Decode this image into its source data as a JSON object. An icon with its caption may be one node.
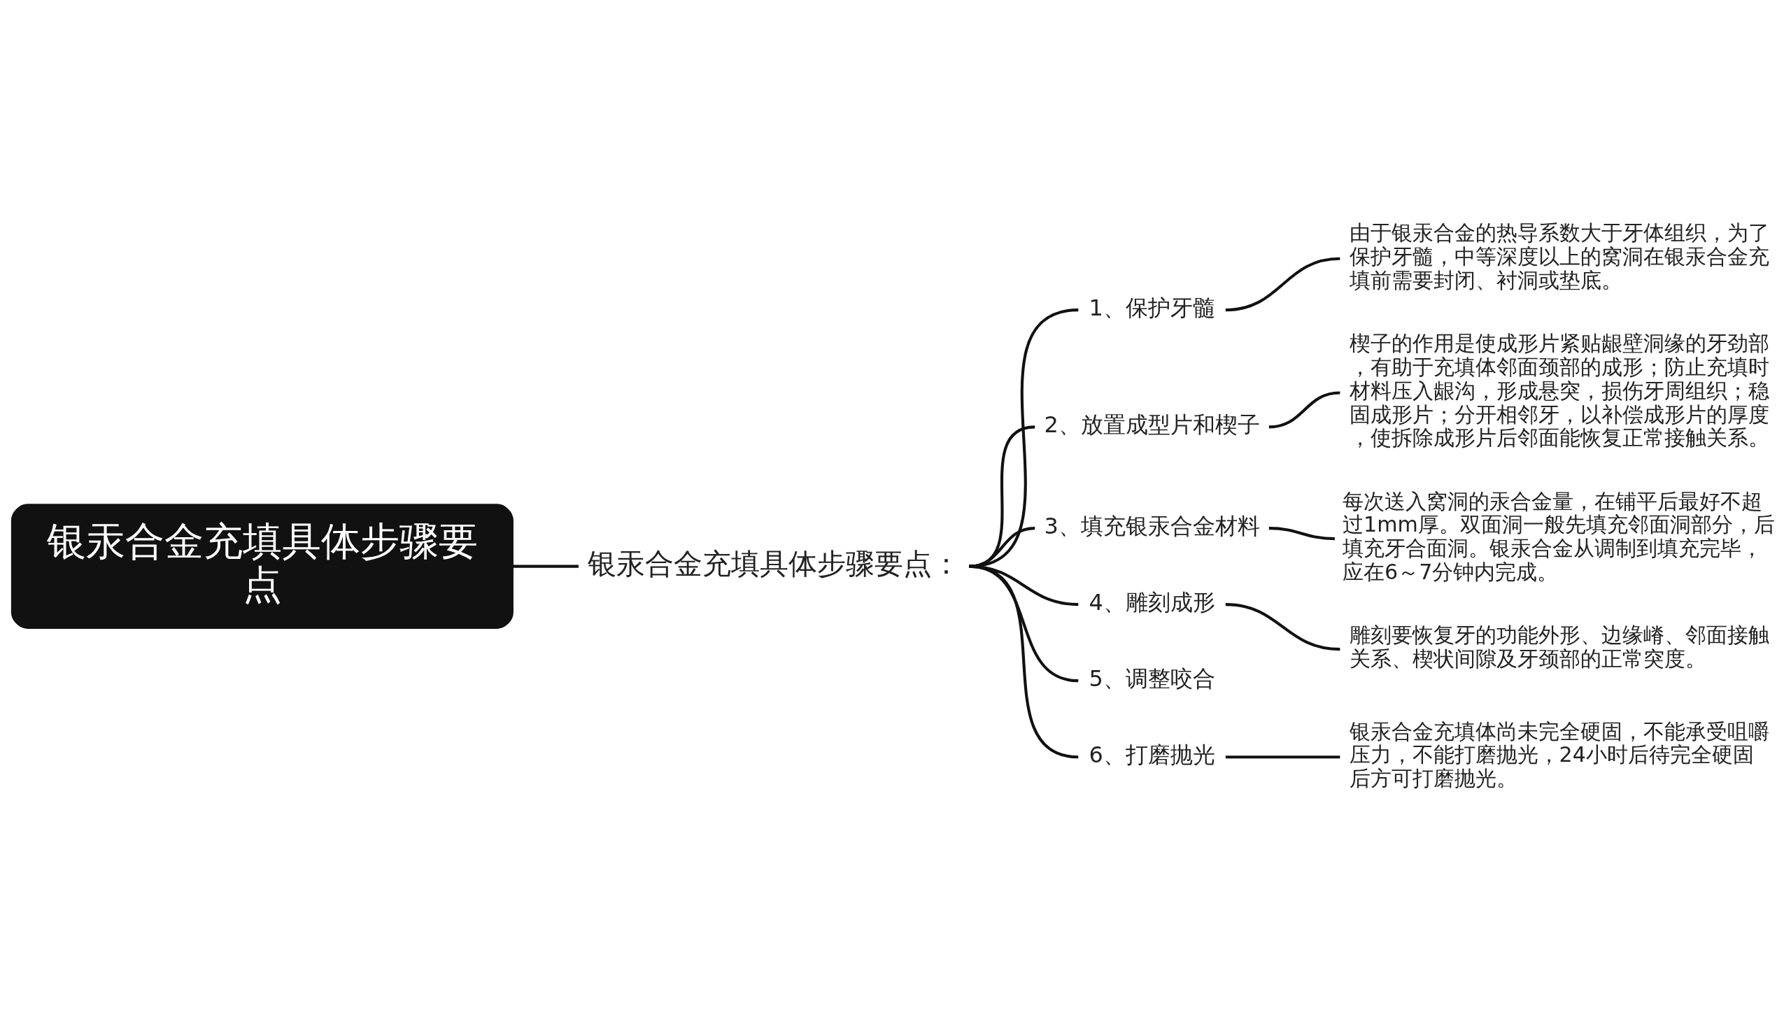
{
  "diagram": {
    "nodes": [
      {
        "text": [
          "银汞合金充填具体步骤要点"
        ]
      },
      {
        "text": [
          "银汞合金充填具体步骤要点："
        ]
      },
      {
        "text": [
          "1、保护牙髓"
        ]
      },
      {
        "text": [
          "由于银汞合金的热导系数大于牙体组织，为了保护牙髓，中等深度以上的窝洞在银汞合金充填前需要封闭、衬洞或垫底。"
        ]
      },
      {
        "text": [
          "2、放置成型片和楔子"
        ]
      },
      {
        "text": [
          "楔子的作用是使成形片紧贴龈壁洞缘的牙劲部，有助于充填体邻面颈部的成形；防止充填时材料压入龈沟，形成悬突，损伤牙周组织；稳固成形片；分开相邻牙，以补偿成形片的厚度，使拆除成形片后邻面能恢复正常接触关系。"
        ]
      },
      {
        "text": [
          "3、填充银汞合金材料"
        ]
      },
      {
        "text": [
          "每次送入窝洞的汞合金量，在铺平后最好不超过1mm厚。双面洞一般先填充邻面洞部分，后填充牙合面洞。银汞合金从调制到填充完毕，应在6～7分钟内完成。"
        ]
      },
      {
        "text": [
          "4、雕刻成形"
        ]
      },
      {
        "text": [
          "雕刻要恢复牙的功能外形、边缘嵴、邻面接触关系、楔状间隙及牙颈部的正常突度。"
        ]
      },
      {
        "text": [
          "5、调整咬合"
        ]
      },
      {
        "text": [
          "6、打磨抛光"
        ]
      },
      {
        "text": [
          "银汞合金充填体尚未完全硬固，不能承受咀嚼压力，不能打磨抛光，24小时后待完全硬固后方可打磨抛光。"
        ]
      }
    ],
    "edges": [
      {
        "from": 0,
        "to": 1,
        "arrow": "none"
      },
      {
        "from": 1,
        "to": 2,
        "arrow": "none"
      },
      {
        "from": 1,
        "to": 4,
        "arrow": "none"
      },
      {
        "from": 1,
        "to": 6,
        "arrow": "none"
      },
      {
        "from": 1,
        "to": 8,
        "arrow": "none"
      },
      {
        "from": 1,
        "to": 10,
        "arrow": "none"
      },
      {
        "from": 1,
        "to": 11,
        "arrow": "none"
      },
      {
        "from": 2,
        "to": 3,
        "arrow": "none"
      },
      {
        "from": 4,
        "to": 5,
        "arrow": "none"
      },
      {
        "from": 6,
        "to": 7,
        "arrow": "none"
      },
      {
        "from": 8,
        "to": 9,
        "arrow": "none"
      },
      {
        "from": 11,
        "to": 12,
        "arrow": "none"
      }
    ]
  }
}
